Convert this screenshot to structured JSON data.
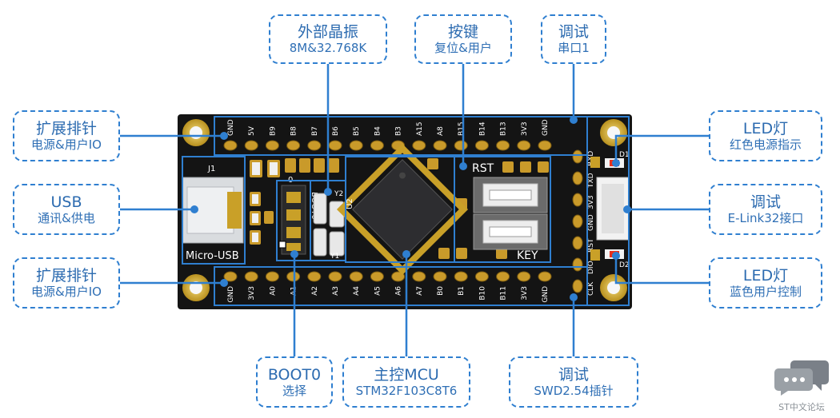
{
  "callouts": {
    "crystal": {
      "line1": "外部晶振",
      "line2": "8M&32.768K"
    },
    "key": {
      "line1": "按键",
      "line2": "复位&用户"
    },
    "uart": {
      "line1": "调试",
      "line2": "串口1"
    },
    "header_top": {
      "line1": "扩展排针",
      "line2": "电源&用户IO"
    },
    "usb": {
      "line1": "USB",
      "line2": "通讯&供电"
    },
    "header_bottom": {
      "line1": "扩展排针",
      "line2": "电源&用户IO"
    },
    "led_red": {
      "line1": "LED灯",
      "line2": "红色电源指示"
    },
    "elink": {
      "line1": "调试",
      "line2": "E-Link32接口"
    },
    "led_blue": {
      "line1": "LED灯",
      "line2": "蓝色用户控制"
    },
    "boot": {
      "line1": "BOOT0",
      "line2": "选择"
    },
    "mcu": {
      "line1": "主控MCU",
      "line2": "STM32F103C8T6"
    },
    "swd": {
      "line1": "调试",
      "line2": "SWD2.54插针"
    }
  },
  "board": {
    "top_pins": [
      "GND",
      "5V",
      "B9",
      "B8",
      "B7",
      "B6",
      "B5",
      "B4",
      "B3",
      "A15",
      "A8",
      "B15",
      "B14",
      "B13",
      "3V3",
      "GND"
    ],
    "bottom_pins": [
      "GND",
      "3V3",
      "A0",
      "A1",
      "A2",
      "A3",
      "A4",
      "A5",
      "A6",
      "A7",
      "B0",
      "B1",
      "B10",
      "B11",
      "3V3",
      "GND"
    ],
    "right_pins": [
      "RXD",
      "TXD",
      "3V3",
      "GND",
      "RST",
      "DIO",
      "CLK"
    ],
    "micro_usb_label": "Micro-USB",
    "rst_label": "RST",
    "key_label": "KEY",
    "boot_label": "BOOT0",
    "boot_zero": "0",
    "d1_label": "D1",
    "d2_label": "D2",
    "u2_label": "U2",
    "y1_label": "Y1",
    "y2_label": "Y2",
    "j1_label": "J1"
  },
  "watermark": {
    "text": "ST中文论坛",
    "icon": "chat-bubbles-icon"
  },
  "colors": {
    "accent": "#2f7fd0",
    "pcb": "#121212",
    "gold": "#d8b23a",
    "led_red": "#e8301c"
  }
}
